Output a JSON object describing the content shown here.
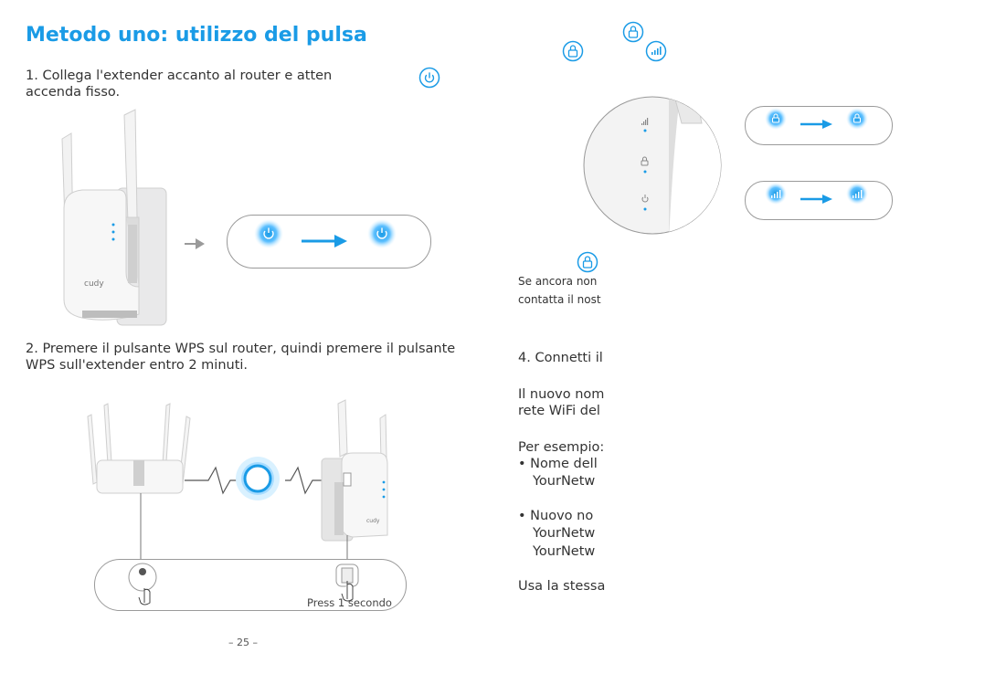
{
  "page": {
    "title": "Metodo uno: utilizzo del pulsa",
    "page_number": "– 25 –"
  },
  "step1": {
    "line1": "1. Collega l'extender accanto al router e atten",
    "line2": "accenda fisso."
  },
  "step2": {
    "line1": "2. Premere il pulsante WPS sul router, quindi premere il pulsante",
    "line2": "WPS sull'extender entro 2 minuti.",
    "press_label": "Press 1 secondo"
  },
  "extender_brand": "cudy",
  "right": {
    "note_line1": "Se ancora non",
    "note_line2": "contatta il nost",
    "step4": "4. Connetti il",
    "new_name_line1": "Il nuovo nom",
    "new_name_line2": "rete WiFi del",
    "example": "Per esempio:",
    "bullet1": "• Nome dell",
    "bullet1_sub": "YourNetw",
    "bullet2": "• Nuovo no",
    "bullet2_sub1": "YourNetw",
    "bullet2_sub2": "YourNetw",
    "final": "Usa la stessa"
  },
  "colors": {
    "accent": "#1a9be6",
    "led_glow": "#7fd0ff",
    "outline": "#9a9a9a"
  },
  "icons": {
    "power": "power-icon",
    "lock": "lock-icon",
    "signal": "signal-bars-icon",
    "arrow": "arrow-right-icon",
    "hand": "finger-press-icon"
  }
}
